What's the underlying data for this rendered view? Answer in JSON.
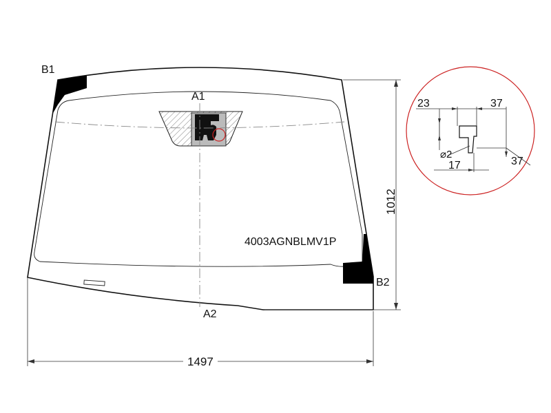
{
  "part_number": "4003AGNBLMV1P",
  "points": {
    "a1": "A1",
    "a2": "A2",
    "b1": "B1",
    "b2": "B2"
  },
  "dimensions": {
    "width": "1497",
    "height": "1012"
  },
  "detail": {
    "dim_top_left": "23",
    "dim_top_right": "37",
    "dim_diameter": "⌀2",
    "dim_bottom": "17",
    "dim_right": "37"
  },
  "colors": {
    "line": "#111111",
    "detail_circle": "#cc2222",
    "sensor_fill": "#bbbbbb",
    "ceramic_fill": "#000000"
  }
}
